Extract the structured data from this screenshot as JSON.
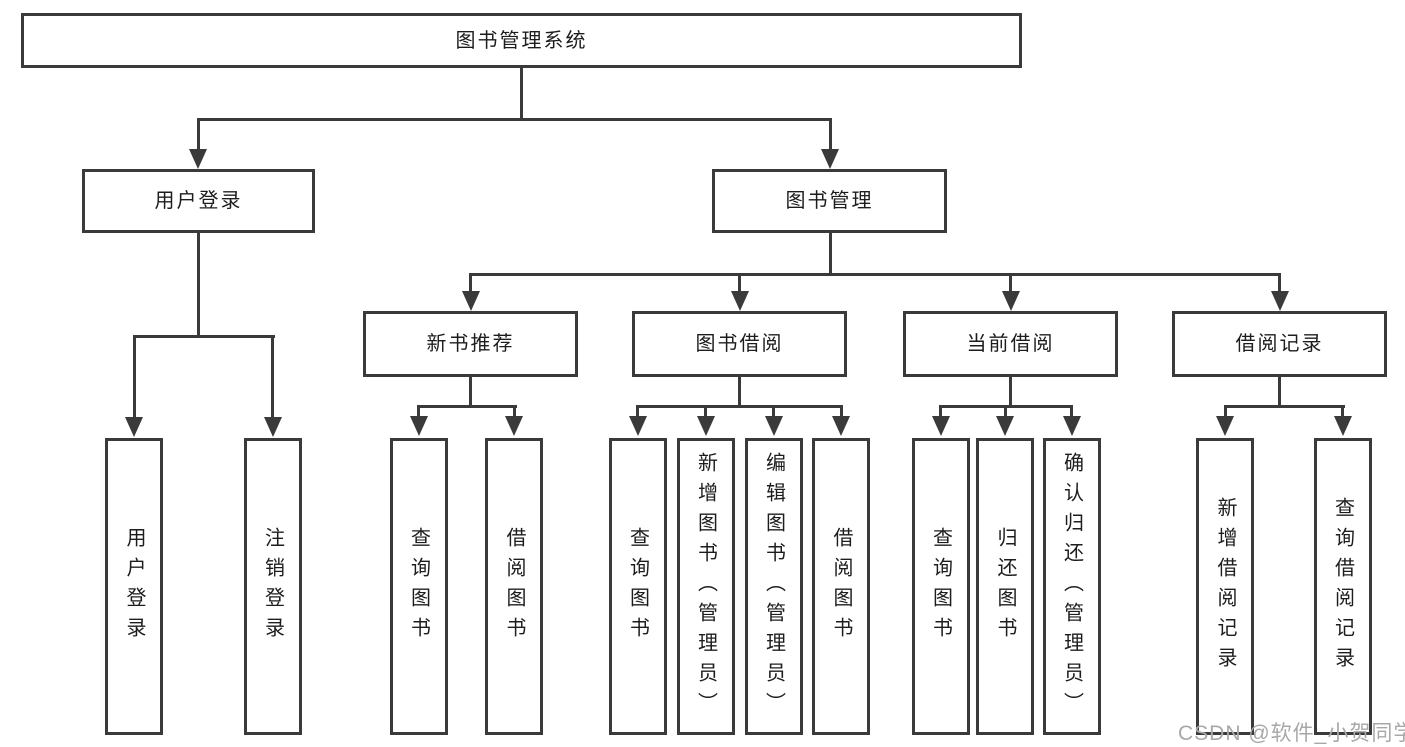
{
  "diagram_type": "hierarchy-flowchart",
  "colors": {
    "line": "#3a3a3a",
    "box_fill": "#ffffff",
    "text": "#1d1d1d",
    "watermark": "#a8a8a8",
    "background": "#ffffff"
  },
  "tree": {
    "label": "图书管理系统",
    "children": [
      {
        "label": "用户登录",
        "leaves": [
          {
            "label": "用户登录"
          },
          {
            "label": "注销登录"
          }
        ]
      },
      {
        "label": "图书管理",
        "children": [
          {
            "label": "新书推荐",
            "leaves": [
              {
                "label": "查询图书"
              },
              {
                "label": "借阅图书"
              }
            ]
          },
          {
            "label": "图书借阅",
            "leaves": [
              {
                "label": "查询图书"
              },
              {
                "label": "新增图书（管理员）"
              },
              {
                "label": "编辑图书（管理员）"
              },
              {
                "label": "借阅图书"
              }
            ]
          },
          {
            "label": "当前借阅",
            "leaves": [
              {
                "label": "查询图书"
              },
              {
                "label": "归还图书"
              },
              {
                "label": "确认归还（管理员）"
              }
            ]
          },
          {
            "label": "借阅记录",
            "leaves": [
              {
                "label": "新增借阅记录"
              },
              {
                "label": "查询借阅记录"
              }
            ]
          }
        ]
      }
    ]
  },
  "watermark": "CSDN @软件_小贺同学"
}
